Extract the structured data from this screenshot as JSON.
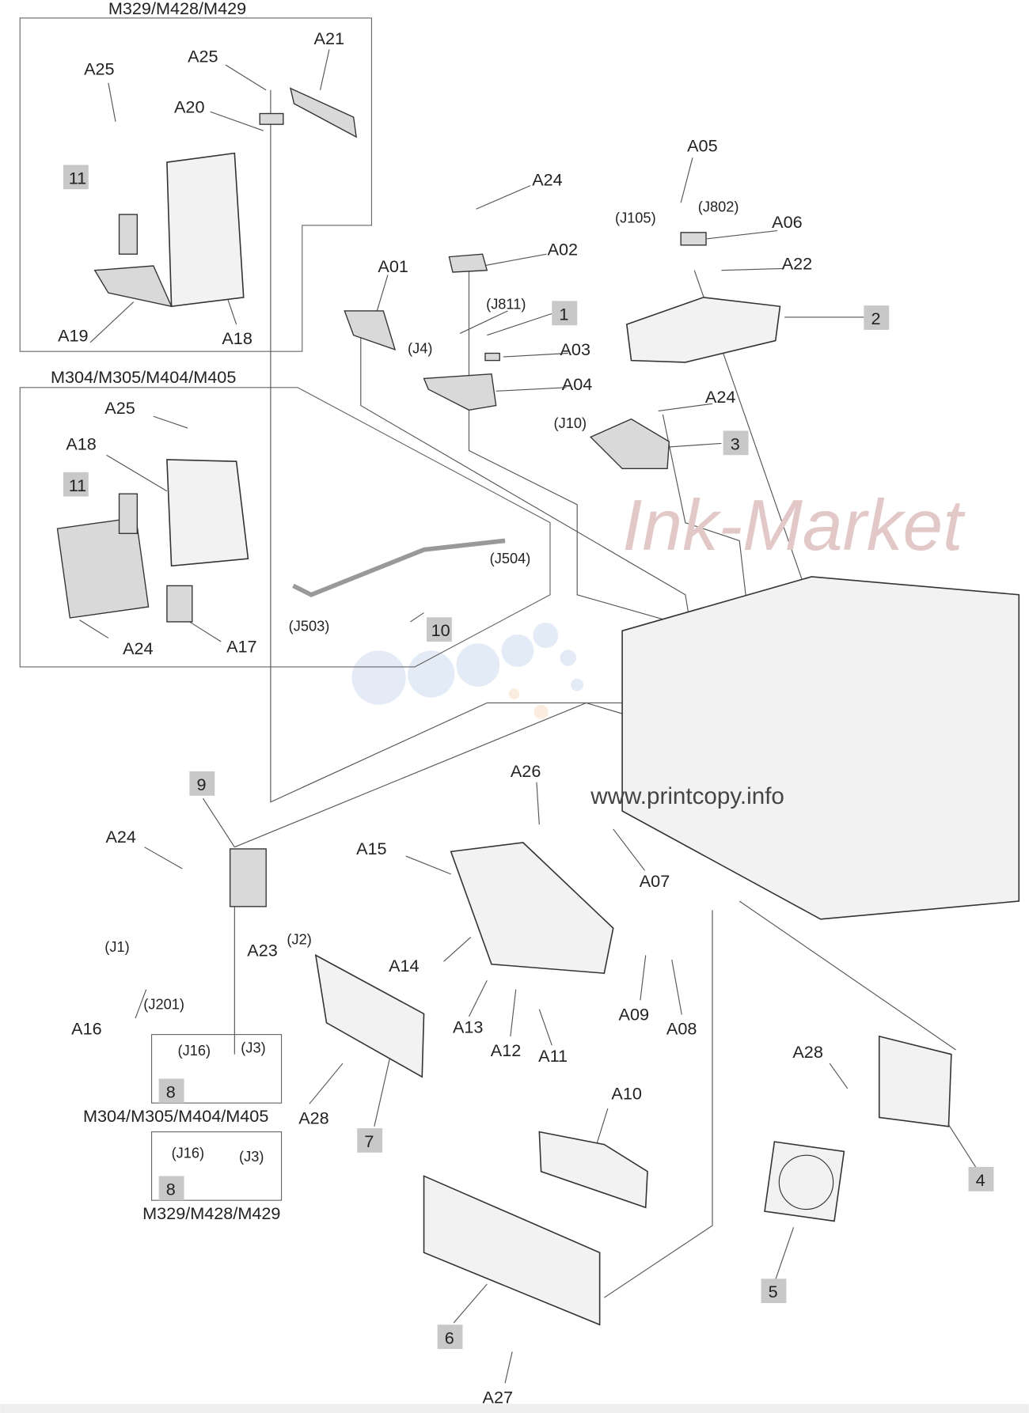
{
  "groups": {
    "top_box_title": "M329/M428/M429",
    "mid_box_title": "M304/M305/M404/M405",
    "small_box_1_title": "M304/M305/M404/M405",
    "small_box_2_title": "M329/M428/M429"
  },
  "callouts": {
    "c1": "1",
    "c2": "2",
    "c3": "3",
    "c4": "4",
    "c5": "5",
    "c6": "6",
    "c7": "7",
    "c8a": "8",
    "c8b": "8",
    "c9": "9",
    "c10": "10",
    "c11a": "11",
    "c11b": "11"
  },
  "labels": {
    "a25_1": "A25",
    "a25_2": "A25",
    "a21": "A21",
    "a20": "A20",
    "a19": "A19",
    "a18_1": "A18",
    "a25_3": "A25",
    "a18_2": "A18",
    "a24_1": "A24",
    "a17": "A17",
    "a01": "A01",
    "a24_2": "A24",
    "a02": "A02",
    "a03": "A03",
    "a04": "A04",
    "a05": "A05",
    "a06": "A06",
    "a22": "A22",
    "a24_3": "A24",
    "a24_4": "A24",
    "a15": "A15",
    "a26": "A26",
    "a07": "A07",
    "a16": "A16",
    "a23": "A23",
    "a14": "A14",
    "a09": "A09",
    "a08": "A08",
    "a13": "A13",
    "a12": "A12",
    "a11": "A11",
    "a28_1": "A28",
    "a10": "A10",
    "a28_2": "A28",
    "a27": "A27"
  },
  "connectors": {
    "j504": "(J504)",
    "j503": "(J503)",
    "j811": "(J811)",
    "j4": "(J4)",
    "j105": "(J105)",
    "j802": "(J802)",
    "j10": "(J10)",
    "j1": "(J1)",
    "j201": "(J201)",
    "j2": "(J2)",
    "j16a": "(J16)",
    "j3a": "(J3)",
    "j16b": "(J16)",
    "j3b": "(J3)"
  },
  "watermark": {
    "brand": "Ink-Market",
    "url": "www.printcopy.info"
  },
  "colors": {
    "callout_bg": "#c8c8c8",
    "line": "#555555"
  }
}
